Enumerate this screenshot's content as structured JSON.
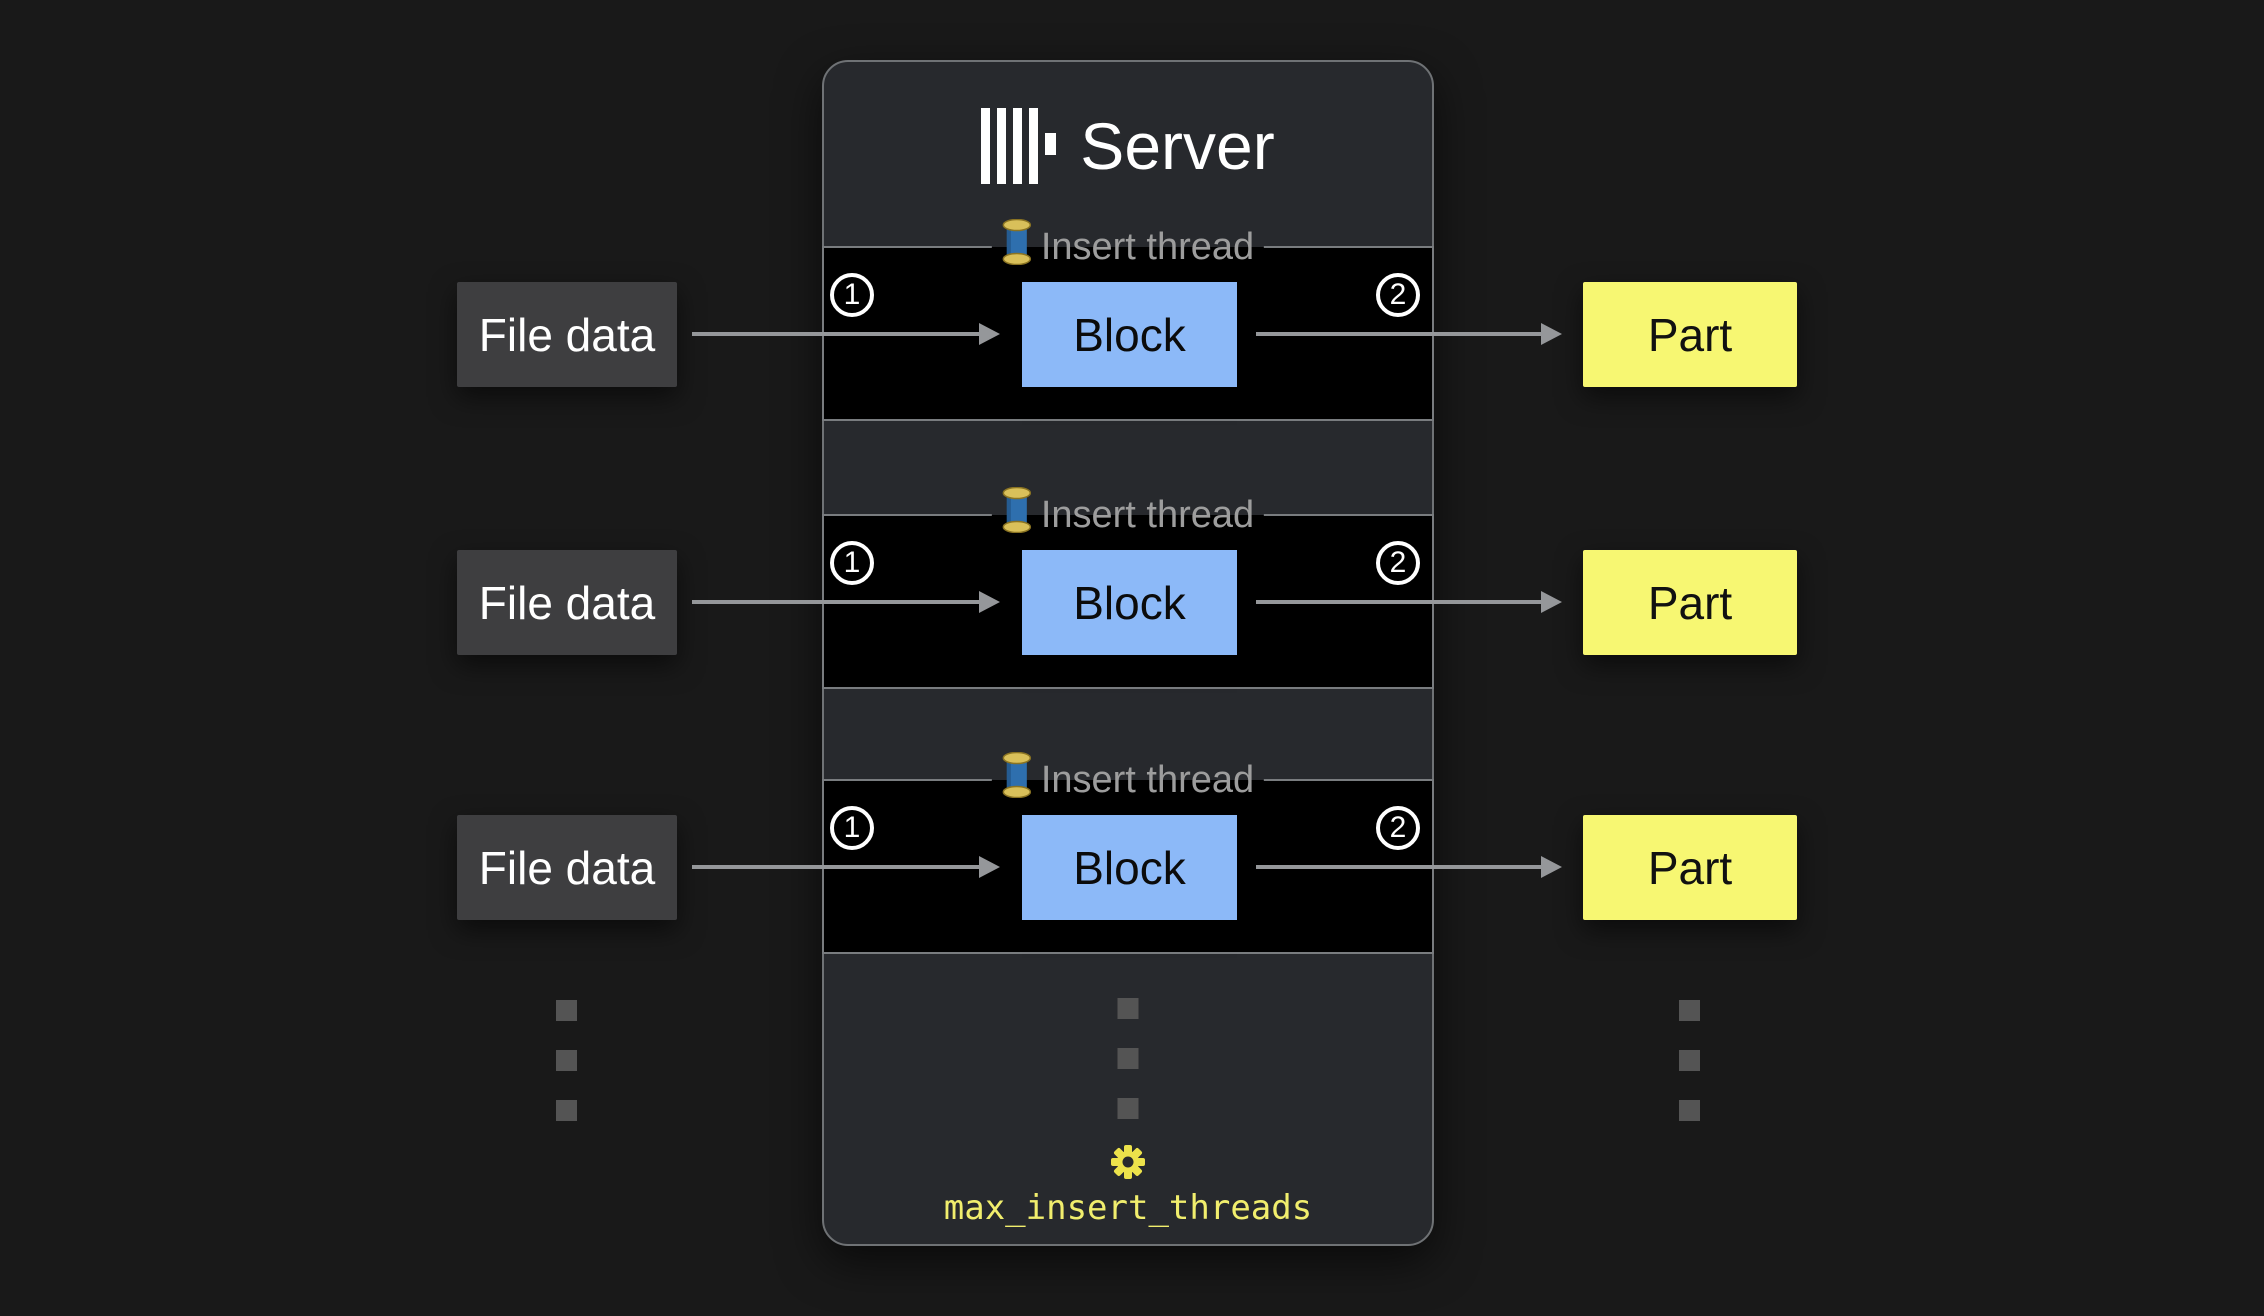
{
  "server": {
    "title": "Server",
    "logo_icon": "clickhouse-logo",
    "threads": [
      {
        "legend": "Insert thread",
        "icon": "thread-spool-icon",
        "step_in": "1",
        "block_label": "Block",
        "step_out": "2"
      },
      {
        "legend": "Insert thread",
        "icon": "thread-spool-icon",
        "step_in": "1",
        "block_label": "Block",
        "step_out": "2"
      },
      {
        "legend": "Insert thread",
        "icon": "thread-spool-icon",
        "step_in": "1",
        "block_label": "Block",
        "step_out": "2"
      }
    ],
    "setting": {
      "icon": "gear-icon",
      "label": "max_insert_threads"
    }
  },
  "inputs": [
    {
      "label": "File data"
    },
    {
      "label": "File data"
    },
    {
      "label": "File data"
    }
  ],
  "outputs": [
    {
      "label": "Part"
    },
    {
      "label": "Part"
    },
    {
      "label": "Part"
    }
  ],
  "colors": {
    "background": "#191919",
    "panel_bg": "#27292d",
    "row_bg": "#000000",
    "block_fill": "#8cb9f8",
    "part_fill": "#f7f772",
    "file_fill": "#3e3e40",
    "arrow_gray": "#95979a",
    "legend_gray": "#9d9d9d",
    "accent_yellow": "#f1ee6d"
  }
}
